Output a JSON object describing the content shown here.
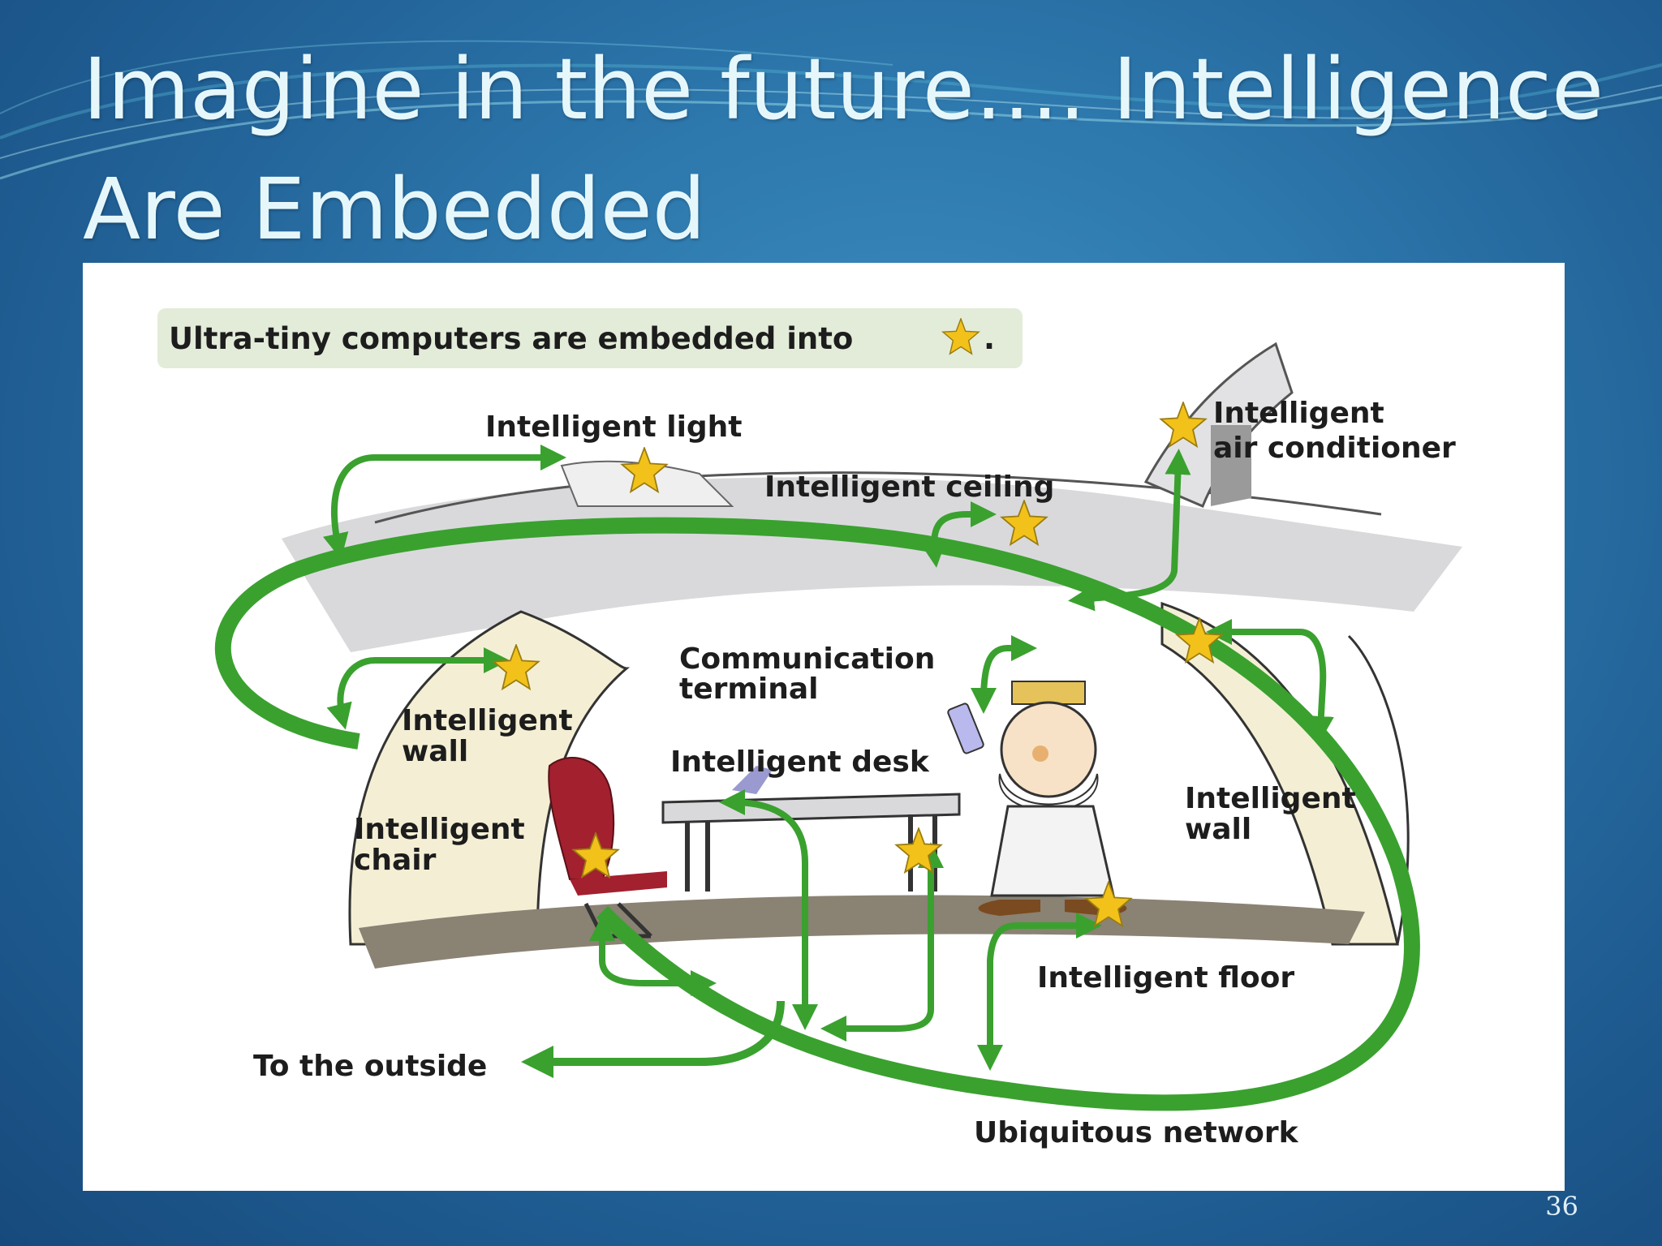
{
  "slide": {
    "title_line1": "Imagine in the future…. Intelligence",
    "title_line2": "Are Embedded",
    "page_number": "36"
  },
  "diagram": {
    "legend": "Ultra-tiny computers are embedded into",
    "legend_end": ".",
    "labels": {
      "light": "Intelligent light",
      "air_conditioner_1": "Intelligent",
      "air_conditioner_2": "air conditioner",
      "ceiling": "Intelligent ceiling",
      "comm_terminal_1": "Communication",
      "comm_terminal_2": "terminal",
      "wall_left_1": "Intelligent",
      "wall_left_2": "wall",
      "desk": "Intelligent desk",
      "wall_right_1": "Intelligent",
      "wall_right_2": "wall",
      "chair_1": "Intelligent",
      "chair_2": "chair",
      "floor": "Intelligent floor",
      "outside": "To the outside",
      "network": "Ubiquitous network"
    },
    "colors": {
      "network_green": "#3aa12f",
      "star_yellow": "#f2c21b",
      "room_grey": "#d9d9dc",
      "wall_cream": "#f4efd4",
      "floor_brown": "#8a8273",
      "chair_red": "#a3202f"
    }
  }
}
